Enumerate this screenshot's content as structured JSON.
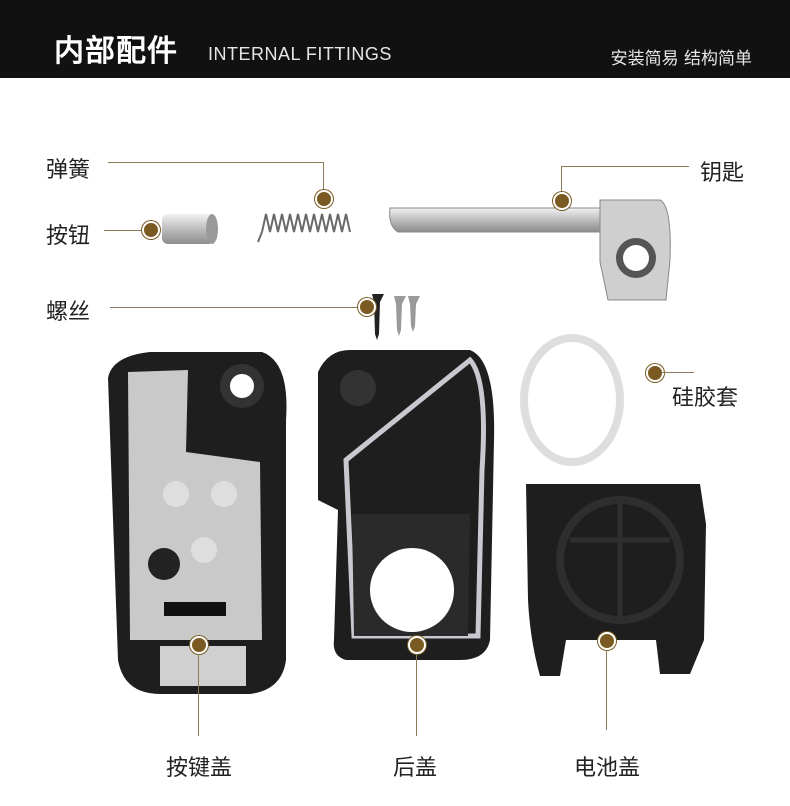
{
  "header": {
    "title": "内部配件",
    "subtitle": "INTERNAL FITTINGS",
    "tagline": "安装简易 结构简单"
  },
  "parts": {
    "spring": "弹簧",
    "key_blade": "钥匙",
    "button": "按钮",
    "screw": "螺丝",
    "silicone_cover": "硅胶套",
    "button_cover": "按键盖",
    "back_cover": "后盖",
    "battery_cover": "电池盖"
  },
  "colors": {
    "header_bg": "#111111",
    "accent": "#7a5a22"
  }
}
